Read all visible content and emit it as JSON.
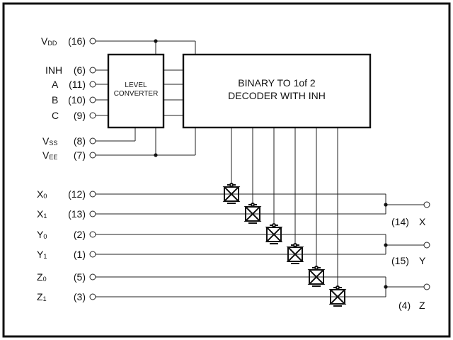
{
  "blocks": {
    "level_converter": {
      "line1": "LEVEL",
      "line2": "CONVERTER"
    },
    "decoder": {
      "line1": "BINARY  TO  1of 2",
      "line2": "DECODER  WITH  INH"
    }
  },
  "left_pins": [
    {
      "id": "vdd",
      "name": "V",
      "sub": "DD",
      "num": "(16)"
    },
    {
      "id": "inh",
      "name": "INH",
      "sub": "",
      "num": "(6)"
    },
    {
      "id": "a",
      "name": "A",
      "sub": "",
      "num": "(11)"
    },
    {
      "id": "b",
      "name": "B",
      "sub": "",
      "num": "(10)"
    },
    {
      "id": "c",
      "name": "C",
      "sub": "",
      "num": "(9)"
    },
    {
      "id": "vss",
      "name": "V",
      "sub": "SS",
      "num": "(8)"
    },
    {
      "id": "vee",
      "name": "V",
      "sub": "EE",
      "num": "(7)"
    }
  ],
  "channel_pins": [
    {
      "id": "x0",
      "name": "X",
      "sub": "0",
      "num": "(12)"
    },
    {
      "id": "x1",
      "name": "X",
      "sub": "1",
      "num": "(13)"
    },
    {
      "id": "y0",
      "name": "Y",
      "sub": "0",
      "num": "(2)"
    },
    {
      "id": "y1",
      "name": "Y",
      "sub": "1",
      "num": "(1)"
    },
    {
      "id": "z0",
      "name": "Z",
      "sub": "0",
      "num": "(5)"
    },
    {
      "id": "z1",
      "name": "Z",
      "sub": "1",
      "num": "(3)"
    }
  ],
  "common_pins": [
    {
      "id": "x",
      "num": "(14)",
      "name": "X"
    },
    {
      "id": "y",
      "num": "(15)",
      "name": "Y"
    },
    {
      "id": "z",
      "num": "(4)",
      "name": "Z"
    }
  ]
}
